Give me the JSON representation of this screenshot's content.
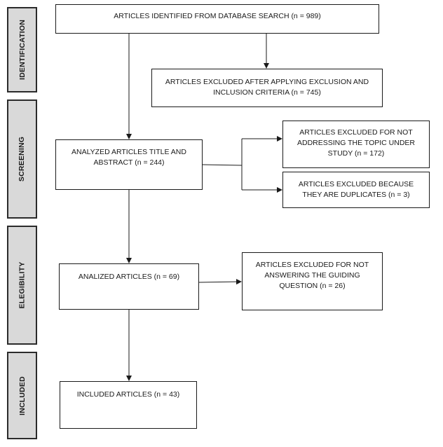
{
  "phases": {
    "identification": "IDENTIFICATION",
    "screening": "SCREENING",
    "elegibility": "ELEGIBILITY",
    "included": "INCLUDED"
  },
  "boxes": {
    "identified": "ARTICLES IDENTIFIED FROM DATABASE SEARCH (n = 989)",
    "excluded_criteria": "ARTICLES EXCLUDED AFTER APPLYING EXCLUSION AND INCLUSION CRITERIA (n = 745)",
    "analyzed_title_abstract": "ANALYZED ARTICLES TITLE AND ABSTRACT (n = 244)",
    "excluded_topic": "ARTICLES EXCLUDED FOR NOT ADDRESSING THE TOPIC UNDER STUDY (n = 172)",
    "excluded_duplicates": "ARTICLES EXCLUDED BECAUSE THEY ARE DUPLICATES (n = 3)",
    "analized": "ANALIZED ARTICLES (n = 69)",
    "excluded_question": "ARTICLES EXCLUDED FOR NOT ANSWERING THE GUIDING QUESTION (n = 26)",
    "included": "INCLUDED ARTICLES (n = 43)"
  }
}
